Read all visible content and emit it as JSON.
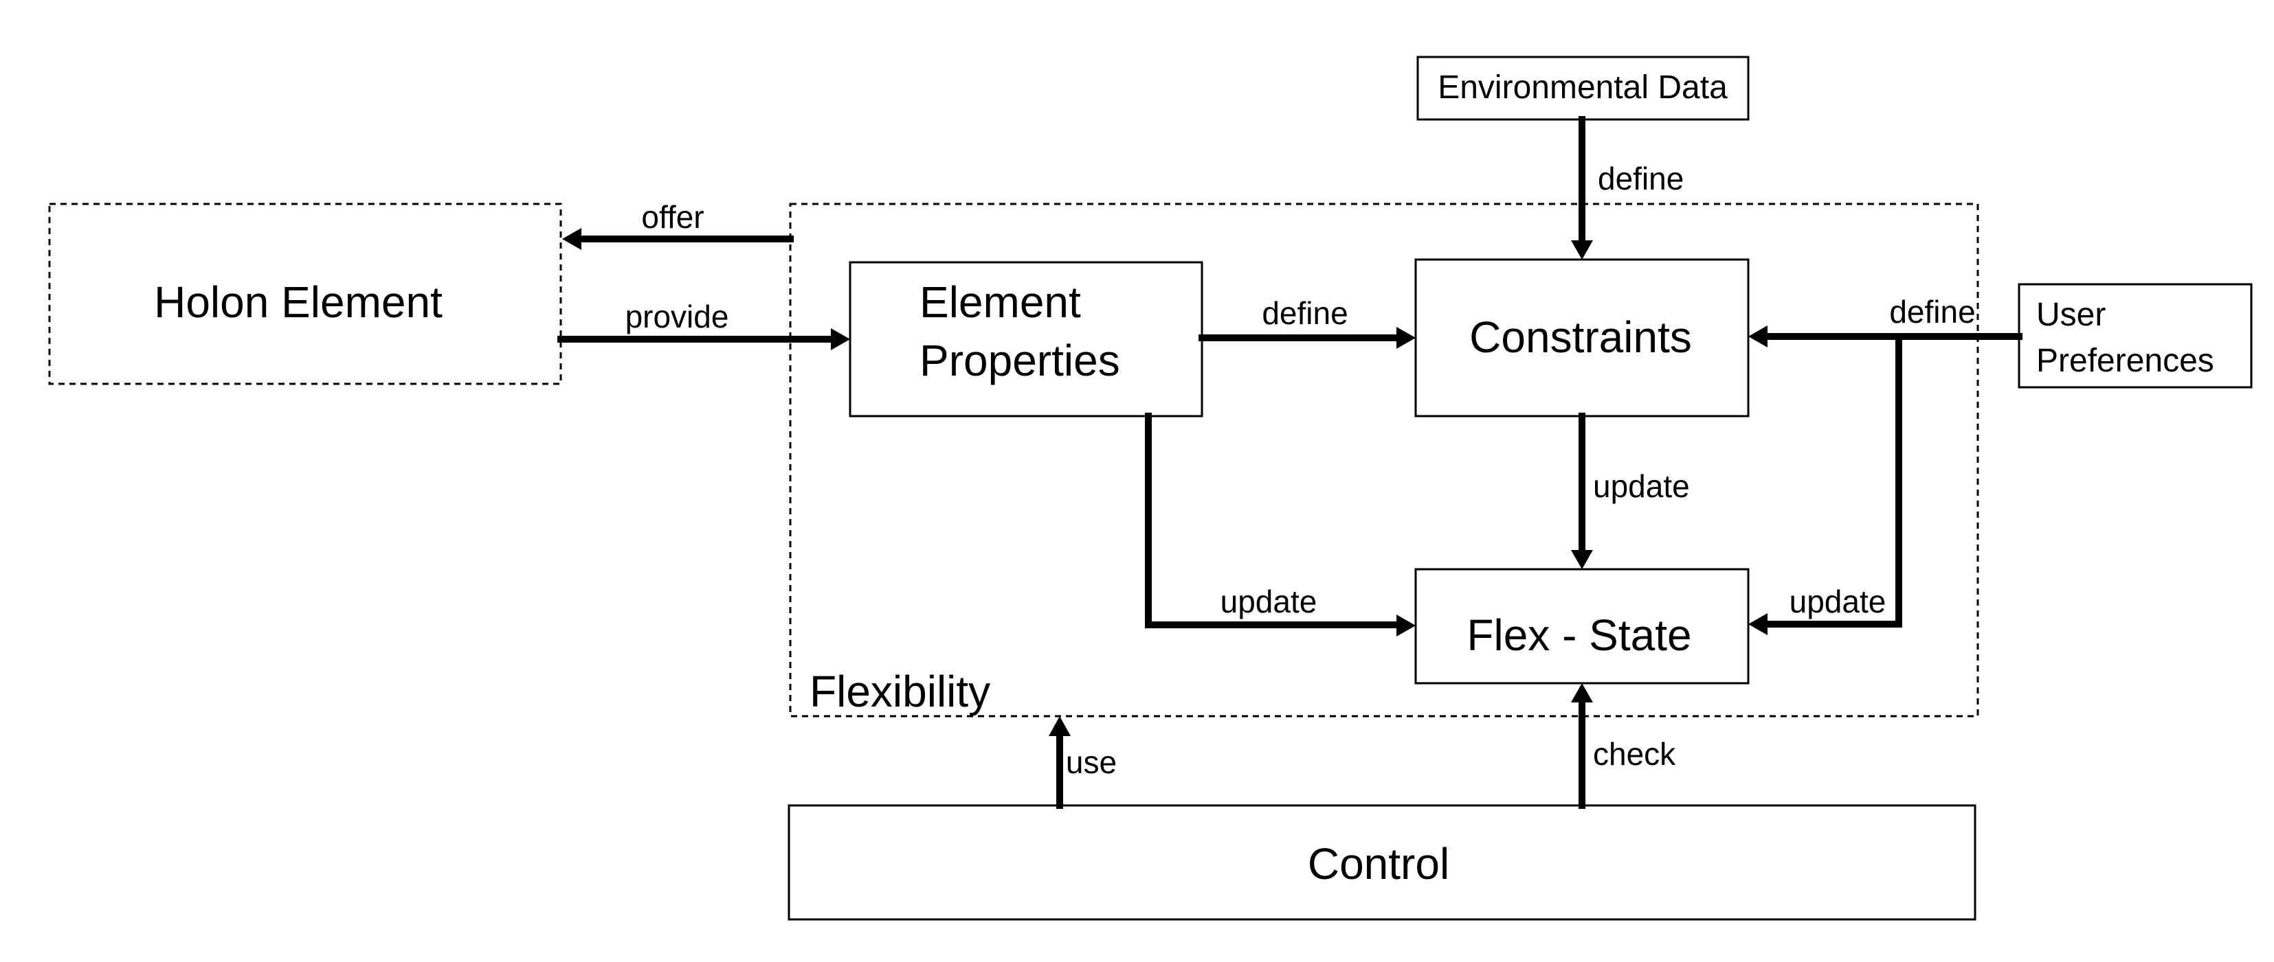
{
  "nodes": {
    "holon_element": "Holon Element",
    "element_properties_line1": "Element",
    "element_properties_line2": "Properties",
    "constraints": "Constraints",
    "flex_state": "Flex - State",
    "control": "Control",
    "environmental_data": "Environmental Data",
    "user_preferences_line1": "User",
    "user_preferences_line2": "Preferences",
    "flexibility": "Flexibility"
  },
  "edges": {
    "offer": "offer",
    "provide": "provide",
    "define_props_constraints": "define",
    "define_env_constraints": "define",
    "define_user_constraints": "define",
    "update_constraints_flex": "update",
    "update_props_flex": "update",
    "update_user_flex": "update",
    "use": "use",
    "check": "check"
  },
  "colors": {
    "stroke": "#000000",
    "background": "#ffffff"
  }
}
